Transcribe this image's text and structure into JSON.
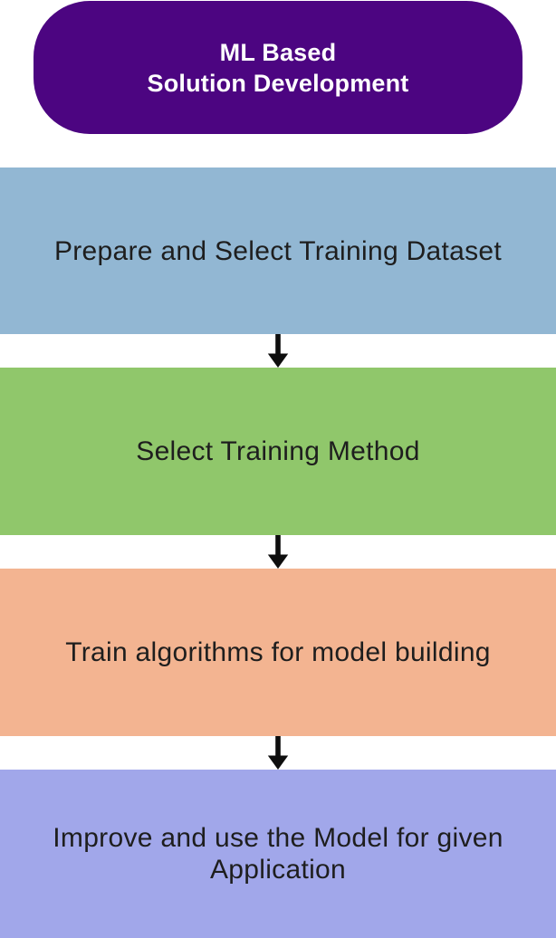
{
  "header": {
    "title_line1": "ML Based",
    "title_line2": "Solution Development",
    "bg_color": "#4C0581",
    "text_color": "#FFFFFF"
  },
  "steps": [
    {
      "label": "Prepare and Select Training Dataset",
      "bg_color": "#92B7D3"
    },
    {
      "label": "Select Training Method",
      "bg_color": "#90C76B"
    },
    {
      "label": "Train algorithms for model building",
      "bg_color": "#F3B491"
    },
    {
      "label": "Improve and use the Model for given Application",
      "bg_color": "#A1A7EA"
    }
  ],
  "connector": {
    "icon": "down-arrow-icon",
    "color": "#0E0E0E"
  },
  "body_text_color": "#1E1E1E",
  "background_color": "#FFFFFF"
}
